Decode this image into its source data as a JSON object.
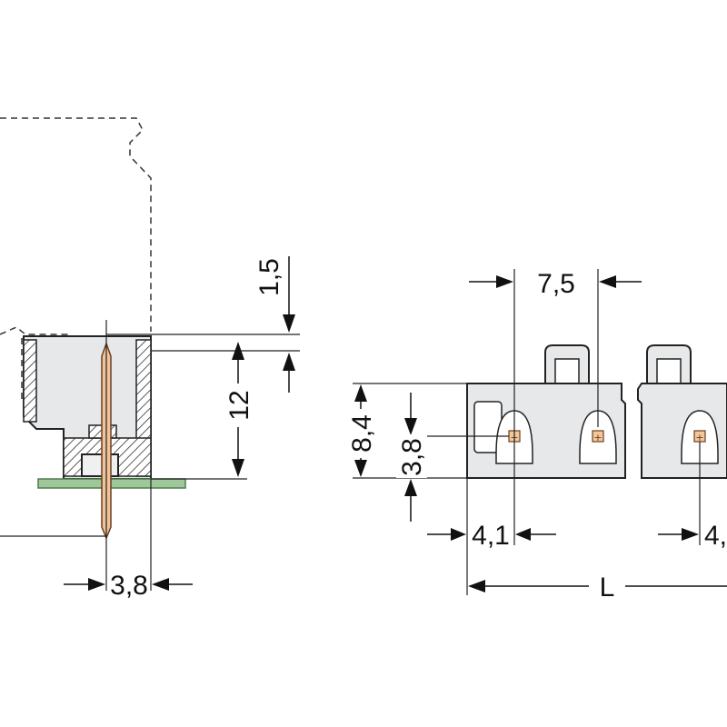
{
  "dimensions": {
    "side_view": {
      "top_offset": "1,5",
      "height": "12",
      "pin_offset": "3,8"
    },
    "front_view": {
      "pitch": "7,5",
      "overall_height": "8,4",
      "pin_height": "3,8",
      "edge_offset": "4,1",
      "edge_offset_right": "4,",
      "length": "L"
    }
  },
  "colors": {
    "pcb": "#9ec79a",
    "pin": "#f1c39a",
    "housing": "#e6e8ea"
  }
}
